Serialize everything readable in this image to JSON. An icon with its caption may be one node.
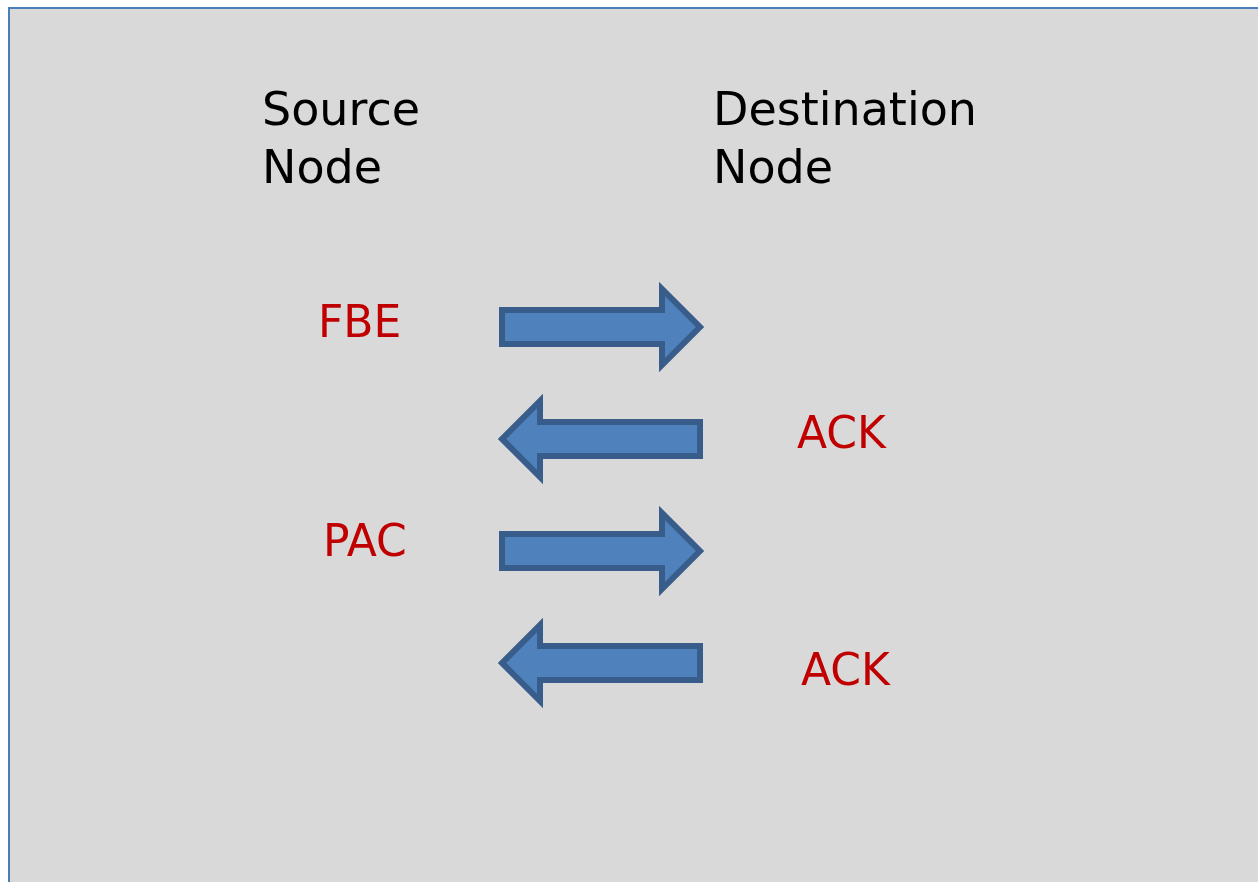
{
  "diagram": {
    "labels": [
      "Source Node",
      "Destination Node",
      "FBE",
      "ACK",
      "PAC",
      "ACK"
    ]
  }
}
